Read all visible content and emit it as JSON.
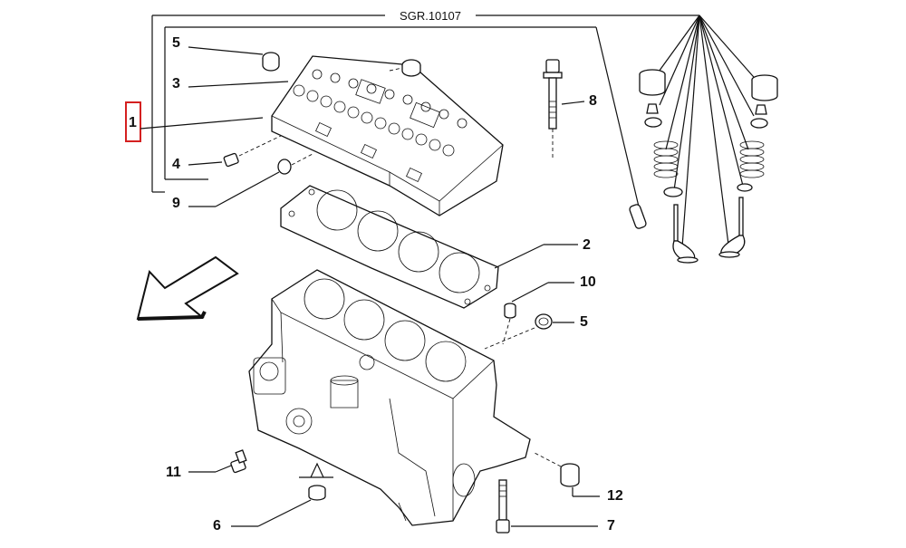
{
  "reference_code": "SGR.10107",
  "callouts": {
    "c1": "1",
    "c2": "2",
    "c3": "3",
    "c4": "4",
    "c5a": "5",
    "c5b": "5",
    "c6": "6",
    "c7": "7",
    "c8": "8",
    "c9": "9",
    "c10": "10",
    "c11": "11",
    "c12": "12"
  },
  "highlight_color": "#d42020"
}
